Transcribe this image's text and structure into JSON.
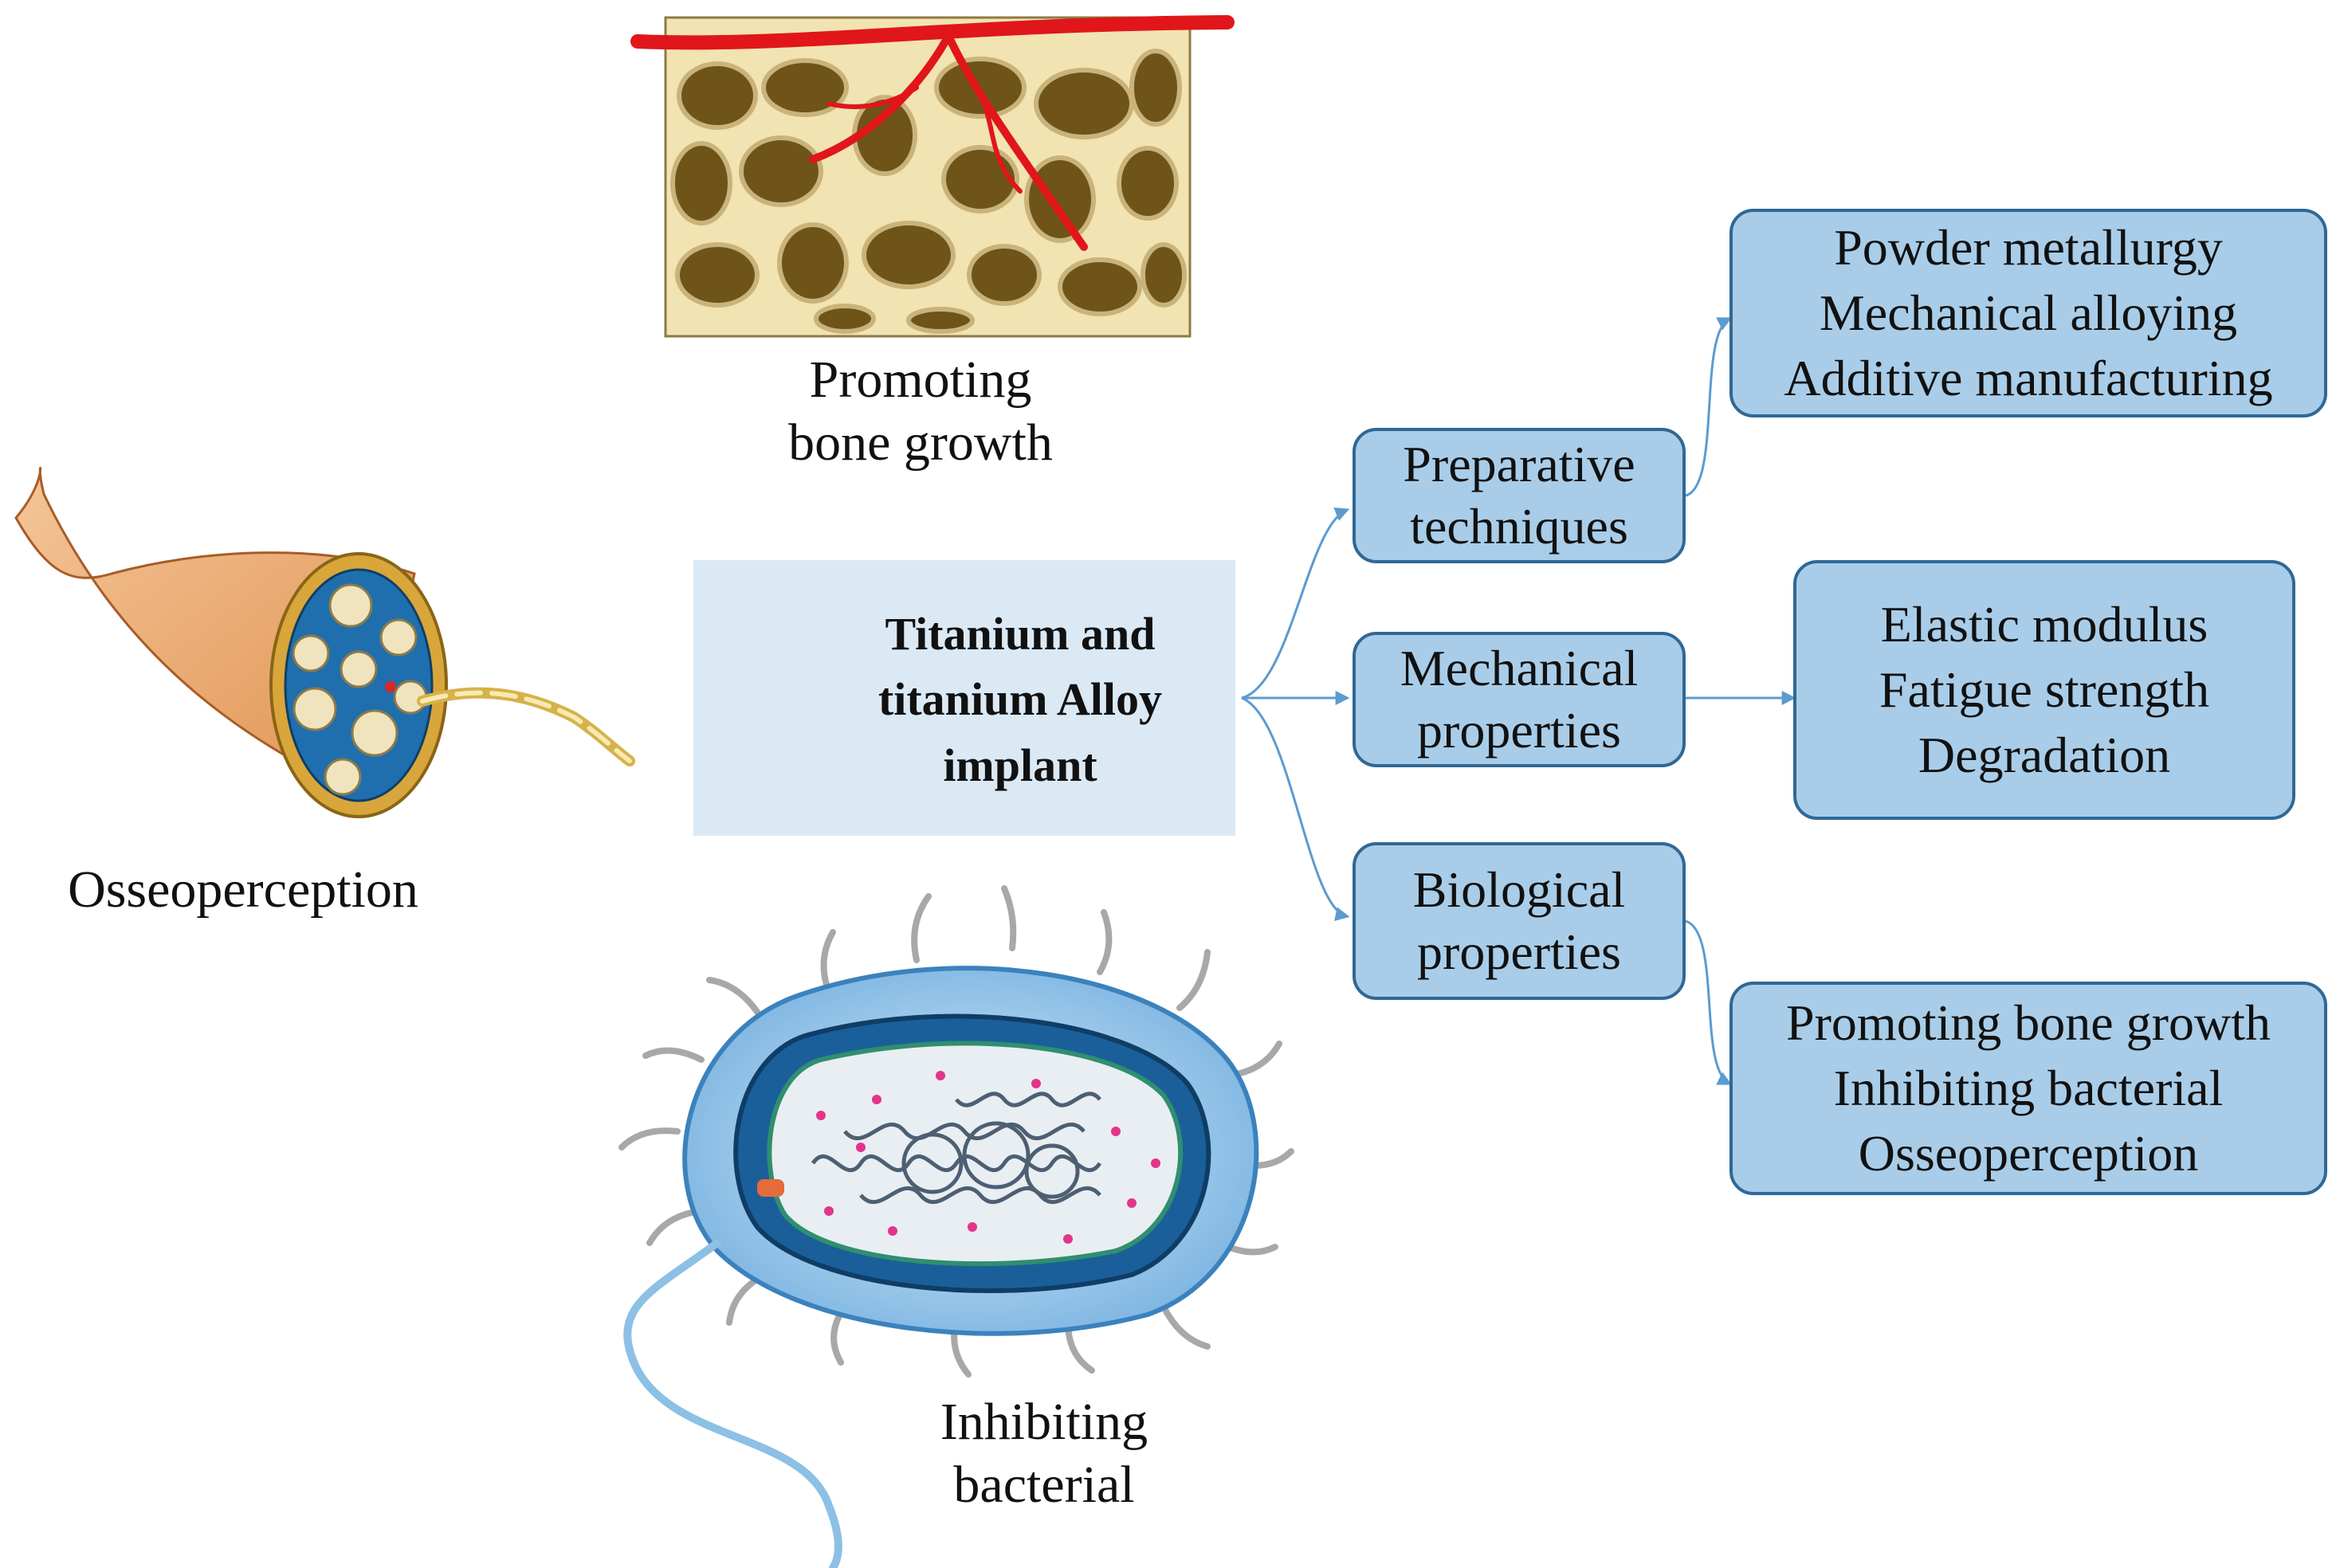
{
  "center": {
    "title_lines": [
      "Titanium and",
      "titanium Alloy",
      "implant"
    ]
  },
  "illustrations": {
    "bone": {
      "icon": "trabecular-bone-with-blood-vessel",
      "caption_lines": [
        "Promoting",
        "bone growth"
      ]
    },
    "nerve": {
      "icon": "nerve-fiber-cross-section",
      "caption_lines": [
        "Osseoperception"
      ]
    },
    "bacterium": {
      "icon": "bacterium-cell",
      "caption_lines": [
        "Inhibiting",
        "bacterial"
      ]
    },
    "implant": {
      "icon": "dental-implant-icon"
    }
  },
  "branches": [
    {
      "label_lines": [
        "Preparative",
        "techniques"
      ],
      "details": [
        "Powder metallurgy",
        "Mechanical alloying",
        "Additive manufacturing"
      ]
    },
    {
      "label_lines": [
        "Mechanical",
        "properties"
      ],
      "details": [
        "Elastic modulus",
        "Fatigue strength",
        "Degradation"
      ]
    },
    {
      "label_lines": [
        "Biological",
        "properties"
      ],
      "details": [
        "Promoting bone growth",
        "Inhibiting bacterial",
        "Osseoperception"
      ]
    }
  ],
  "colors": {
    "box_fill": "#a9cde8",
    "box_border": "#2f6896",
    "center_fill": "#dbe9f5",
    "arrow": "#5b9bd0",
    "blood_vessel": "#e0161b",
    "bone": "#f1e3b2",
    "bone_cavity": "#6e5418"
  }
}
